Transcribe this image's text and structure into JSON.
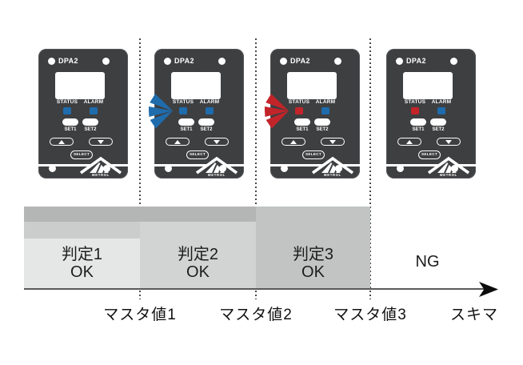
{
  "device_panel": {
    "brand": "DPA2",
    "status_label": "STATUS",
    "alarm_label": "ALARM",
    "set1_label": "SET1",
    "set2_label": "SET2",
    "select_label": "SELECT",
    "logo_text": "METROL",
    "body_color": "#3e3f41",
    "led_colors": {
      "blue": "#1f6cad",
      "red": "#c3242a"
    }
  },
  "devices": [
    {
      "status_led": "blue",
      "alarm_led": "blue",
      "flash": "none"
    },
    {
      "status_led": "blue",
      "alarm_led": "blue",
      "flash": "blue"
    },
    {
      "status_led": "red",
      "alarm_led": "blue",
      "flash": "red"
    },
    {
      "status_led": "red",
      "alarm_led": "blue",
      "flash": "none"
    }
  ],
  "diagram": {
    "zones": [
      {
        "line1": "判定1",
        "line2": "OK"
      },
      {
        "line1": "判定2",
        "line2": "OK"
      },
      {
        "line1": "判定3",
        "line2": "OK"
      },
      {
        "line1": "NG",
        "line2": ""
      }
    ],
    "axis_labels": [
      "マスタ値1",
      "マスタ値2",
      "マスタ値3",
      "スキマ"
    ],
    "colors": {
      "strip_top": "#b4b6b6",
      "zone3": "#c2c4c4",
      "strip_mid": "#cbcdcd",
      "zone2": "#d2d4d4",
      "zone1": "#e5e7e7"
    }
  }
}
